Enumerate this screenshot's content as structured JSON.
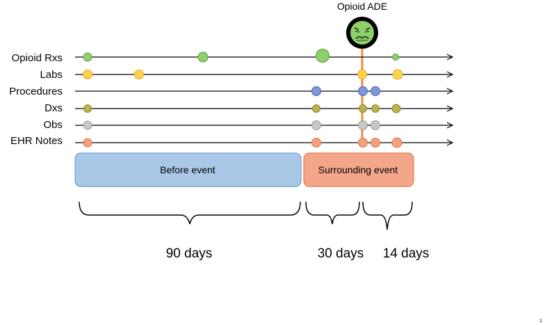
{
  "event": {
    "label": "Opioid ADE",
    "icon": "sick-face-icon"
  },
  "rows": [
    {
      "label": "Opioid Rxs",
      "color": "#8fcf6e",
      "stroke": "#5a9a3c"
    },
    {
      "label": "Labs",
      "color": "#ffd24d",
      "stroke": "#e6a91a"
    },
    {
      "label": "Procedures",
      "color": "#7f96d6",
      "stroke": "#4a63b0"
    },
    {
      "label": "Dxs",
      "color": "#b9b050",
      "stroke": "#8c8530"
    },
    {
      "label": "Obs",
      "color": "#c8c8c8",
      "stroke": "#9a9a9a"
    },
    {
      "label": "EHR Notes",
      "color": "#f4a27c",
      "stroke": "#d9764a"
    }
  ],
  "colors": {
    "event_line": "#f08a36",
    "before_fill": "#a9c8e8",
    "before_stroke": "#6f9fd0",
    "surrounding_fill": "#f4a68a",
    "surrounding_stroke": "#e07a4a",
    "face": "#8fcf6e"
  },
  "periods": {
    "before": "Before event",
    "surrounding": "Surrounding event"
  },
  "durations": {
    "d90": "90 days",
    "d30": "30 days",
    "d14": "14 days"
  },
  "page_number": "1"
}
